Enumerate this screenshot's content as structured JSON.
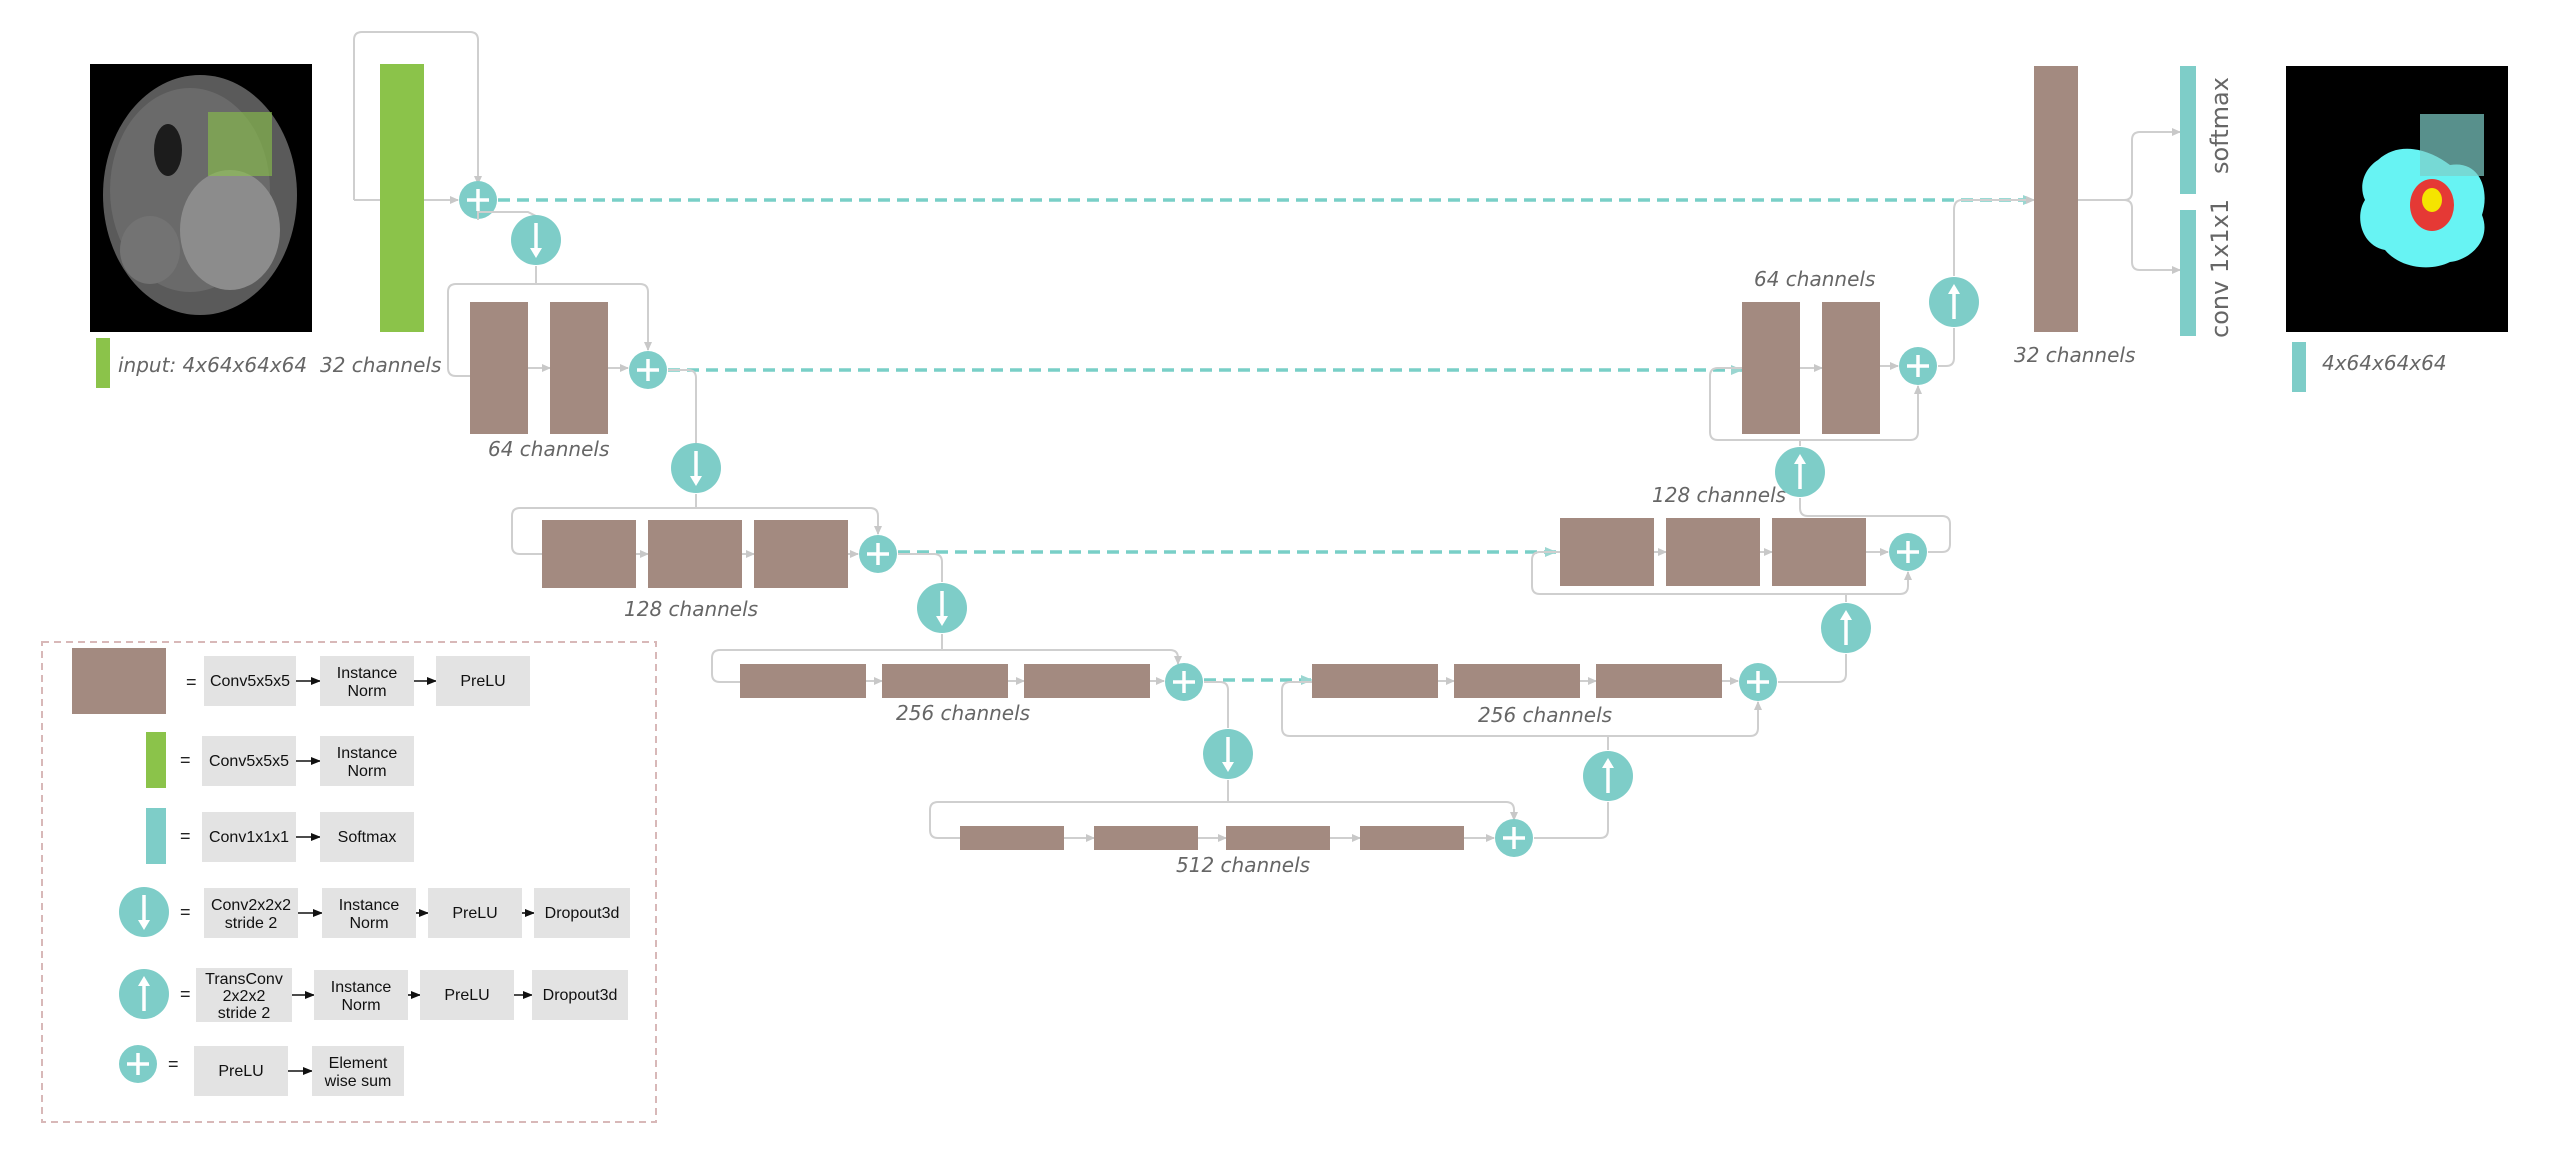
{
  "colors": {
    "conv_block": "#a38a80",
    "input_block": "#8bc34a",
    "output_block": "#7ecdc8",
    "op_circle": "#7ecdc8",
    "flow_line": "#cfcfcf",
    "skip_line": "#79cfc7",
    "legend_box": "#e3e3e3",
    "legend_border": "#d8b8b8"
  },
  "input": {
    "label": "input: 4x64x64x64"
  },
  "output": {
    "label": "4x64x64x64",
    "softmax": "softmax",
    "conv": "conv 1x1x1"
  },
  "channels": {
    "enc32": "32 channels",
    "enc64": "64 channels",
    "enc128": "128 channels",
    "enc256": "256 channels",
    "bottom512": "512 channels",
    "dec256": "256 channels",
    "dec128": "128 channels",
    "dec64": "64 channels",
    "dec32": "32 channels"
  },
  "legend": {
    "equals": "=",
    "conv5": "Conv5x5x5",
    "instnorm_1": "Instance",
    "instnorm_2": "Norm",
    "prelu": "PreLU",
    "conv1": "Conv1x1x1",
    "softmax": "Softmax",
    "down_1": "Conv2x2x2",
    "down_2": "stride 2",
    "dropout": "Dropout3d",
    "up_1": "TransConv",
    "up_2": "2x2x2",
    "up_3": "stride 2",
    "sum_1": "Element",
    "sum_2": "wise sum"
  },
  "icons": [
    "down-conv-icon",
    "up-conv-icon",
    "element-sum-icon",
    "arrow-right-icon"
  ]
}
